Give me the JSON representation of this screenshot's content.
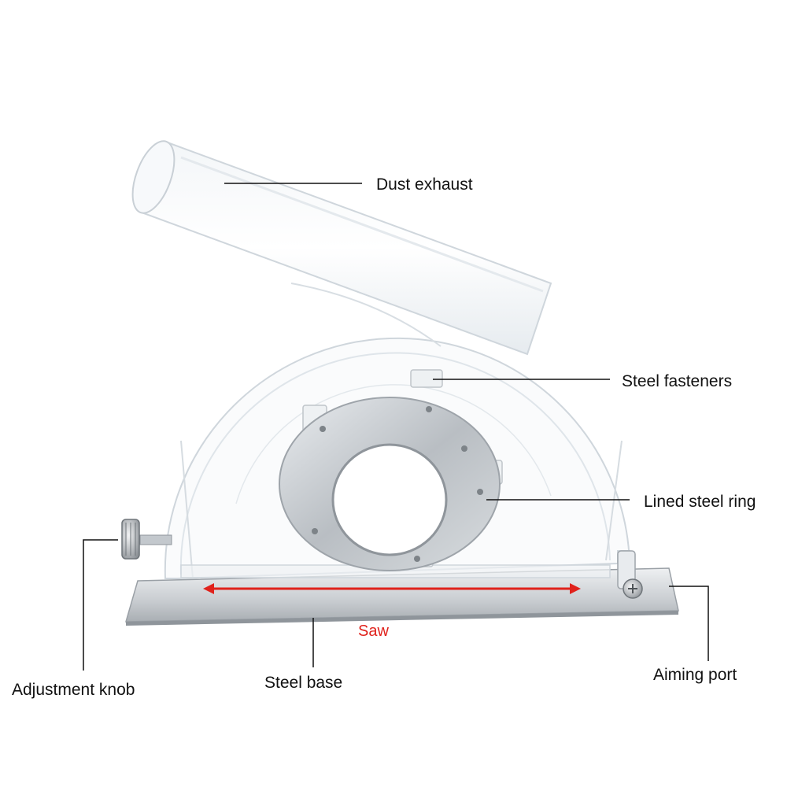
{
  "labels": {
    "dust_exhaust": "Dust exhaust",
    "steel_fasteners": "Steel fasteners",
    "lined_steel_ring": "Lined steel ring",
    "adjustment_knob": "Adjustment knob",
    "steel_base": "Steel base",
    "aiming_port": "Aiming port",
    "saw": "Saw"
  },
  "colors": {
    "leader_line": "#111111",
    "saw_arrow": "#e0221c",
    "acrylic_edge": "#cfd6dc",
    "steel": "#c8ccd0"
  }
}
